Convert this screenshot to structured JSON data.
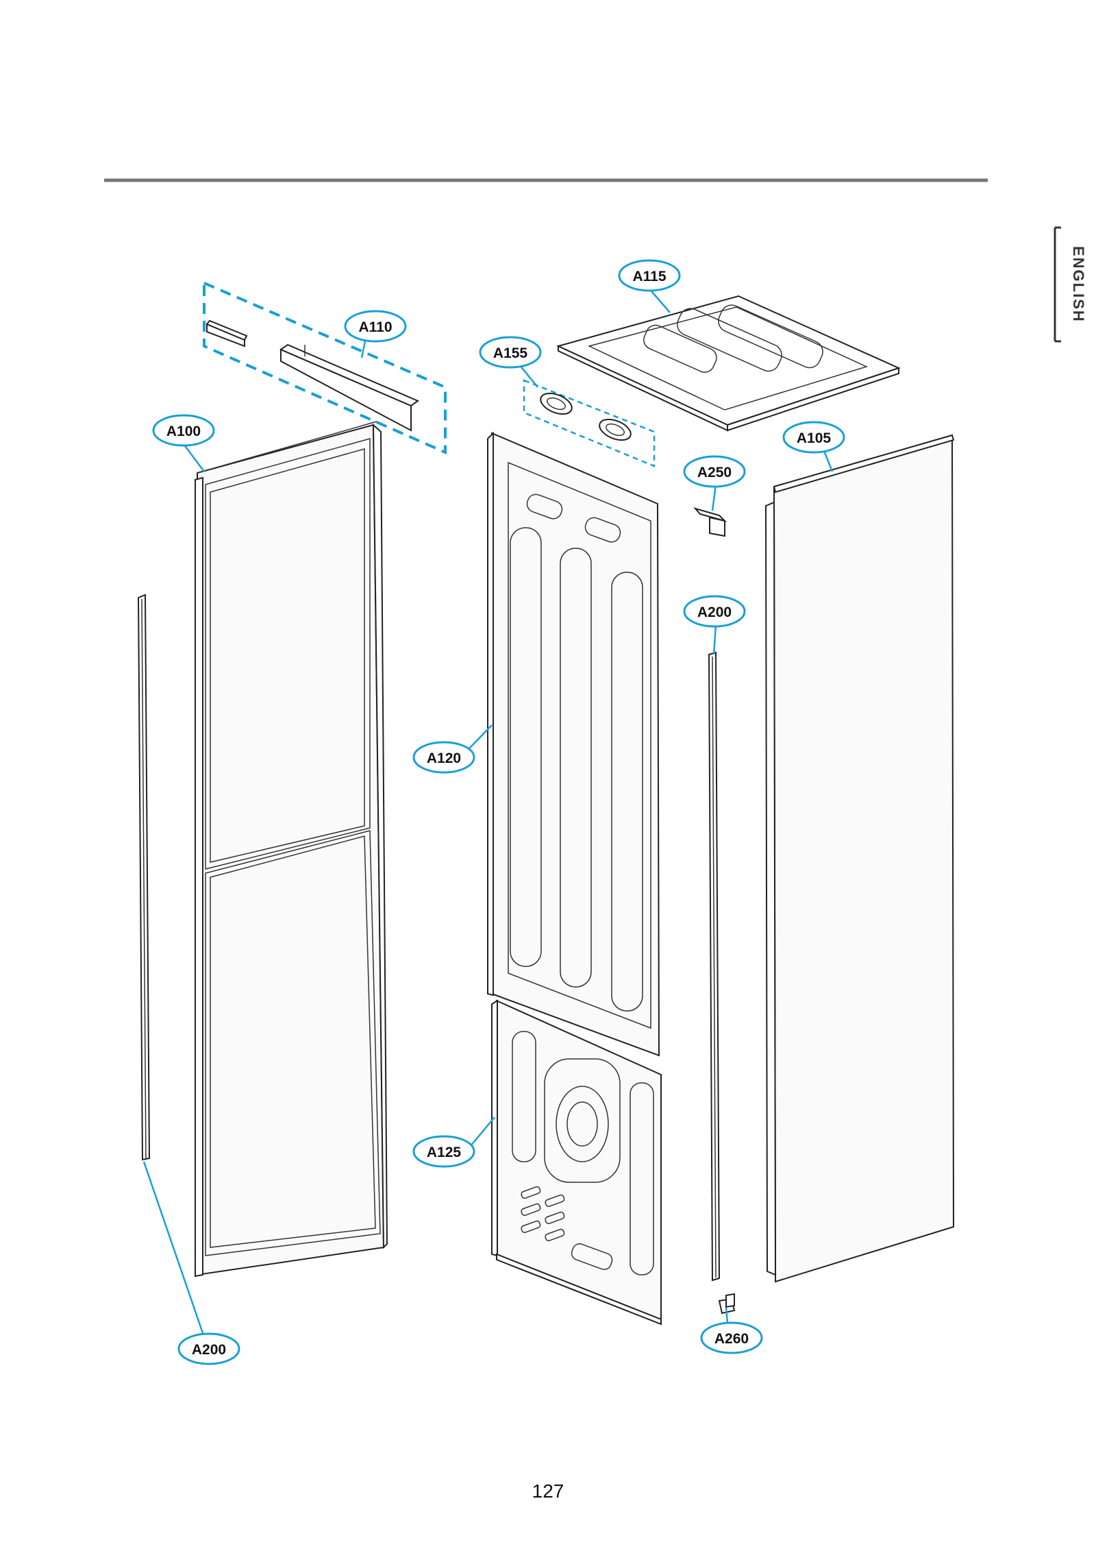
{
  "page": {
    "number": "127",
    "language_tab": "ENGLISH"
  },
  "colors": {
    "callout": "#1a9fd6",
    "line": "#222222",
    "rule": "#777777"
  },
  "callouts": {
    "a100": "A100",
    "a110": "A110",
    "a115": "A115",
    "a155": "A155",
    "a105": "A105",
    "a250": "A250",
    "a200_right": "A200",
    "a120": "A120",
    "a125": "A125",
    "a260": "A260",
    "a200_left": "A200"
  }
}
